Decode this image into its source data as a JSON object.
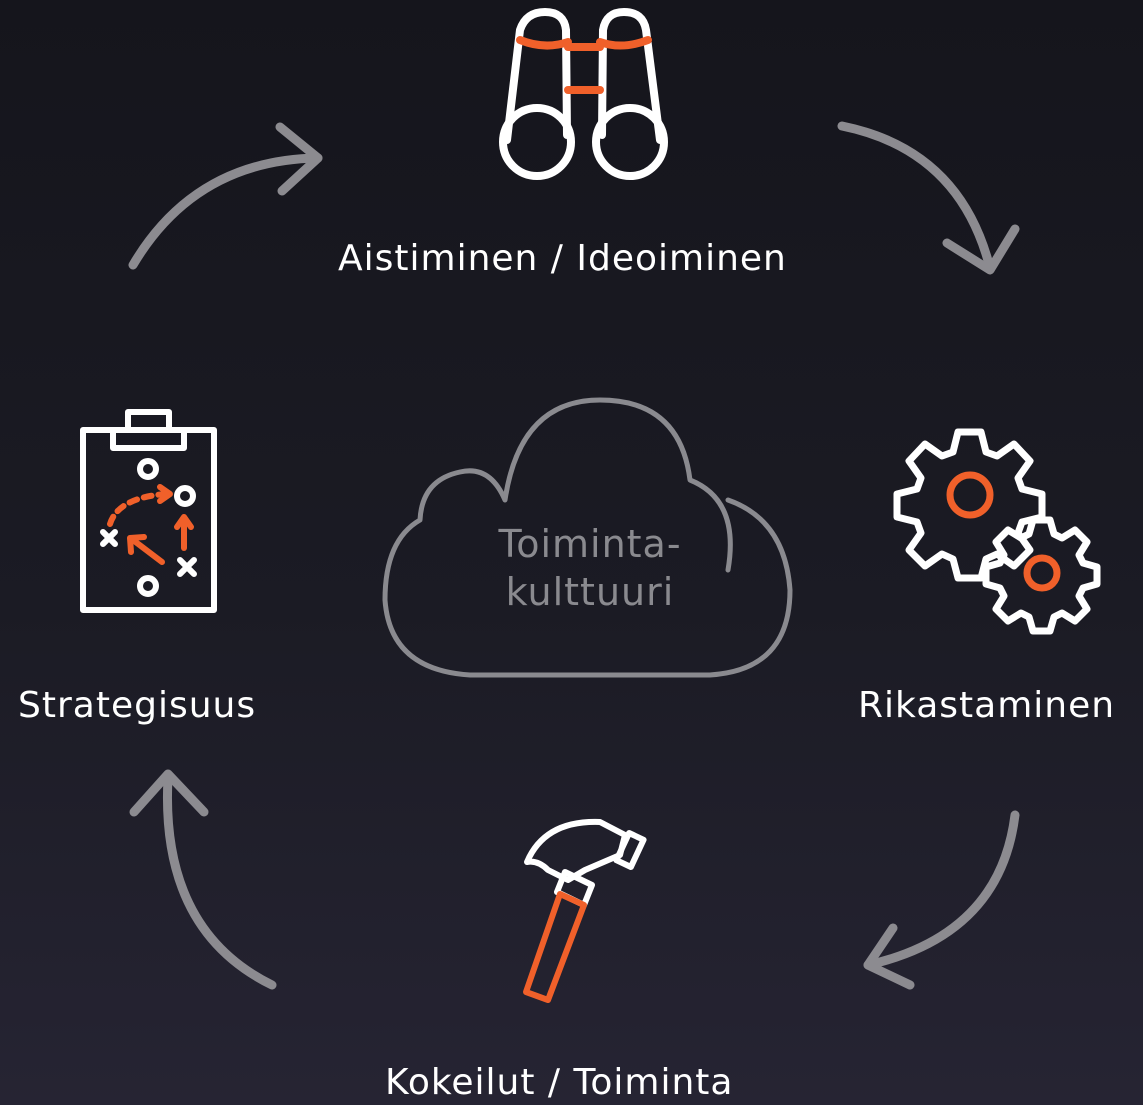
{
  "diagram": {
    "center": {
      "line1": "Toiminta-",
      "line2": "kulttuuri"
    },
    "steps": {
      "top": "Aistiminen / Ideoiminen",
      "right": "Rikastaminen",
      "bottom": "Kokeilut / Toiminta",
      "left": "Strategisuus"
    },
    "icons": {
      "top": "binoculars-icon",
      "right": "gears-icon",
      "bottom": "hammer-icon",
      "left": "strategy-clipboard-icon",
      "center": "cloud-icon"
    },
    "colors": {
      "accent": "#f0602a",
      "icon_line": "#ffffff",
      "arrow": "#8c8b90",
      "cloud": "#8a8a8f"
    }
  }
}
